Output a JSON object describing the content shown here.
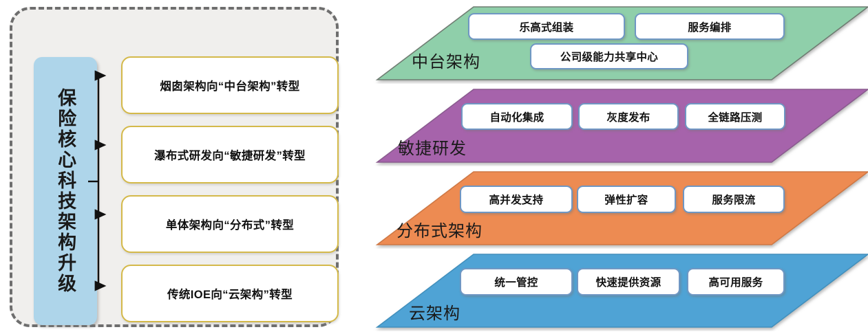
{
  "left_panel": {
    "main_title": "保险核心科技架构升级",
    "transform_items": [
      {
        "label": "烟囱架构向“中台架构”转型"
      },
      {
        "label": "瀑布式研发向“敏捷研发”转型"
      },
      {
        "label": "单体架构向“分布式”转型"
      },
      {
        "label": "传统IOE向“云架构”转型"
      }
    ],
    "colors": {
      "panel_bg": "#f0efed",
      "panel_border": "#6e6e6e",
      "title_bg": "#aed5ea",
      "box_border": "#d4b94a"
    }
  },
  "right_panel": {
    "bands": [
      {
        "label": "中台架构",
        "color": "#8fcfaa",
        "border": "#7ab894",
        "chip_border": "#6f97c4",
        "chips": [
          {
            "label": "乐高式组装"
          },
          {
            "label": "服务编排"
          },
          {
            "label": "公司级能力共享中心"
          }
        ]
      },
      {
        "label": "敏捷研发",
        "color": "#a663ab",
        "border": "#8f4f94",
        "chip_border": "#6f97c4",
        "chips": [
          {
            "label": "自动化集成"
          },
          {
            "label": "灰度发布"
          },
          {
            "label": "全链路压测"
          }
        ]
      },
      {
        "label": "分布式架构",
        "color": "#ed8b52",
        "border": "#d6763f",
        "chip_border": "#6f97c4",
        "chips": [
          {
            "label": "高并发支持"
          },
          {
            "label": "弹性扩容"
          },
          {
            "label": "服务限流"
          }
        ]
      },
      {
        "label": "云架构",
        "color": "#4fa3d5",
        "border": "#3f8dbd",
        "chip_border": "#6f97c4",
        "chips": [
          {
            "label": "统一管控"
          },
          {
            "label": "快速提供资源"
          },
          {
            "label": "高可用服务"
          }
        ]
      }
    ]
  }
}
